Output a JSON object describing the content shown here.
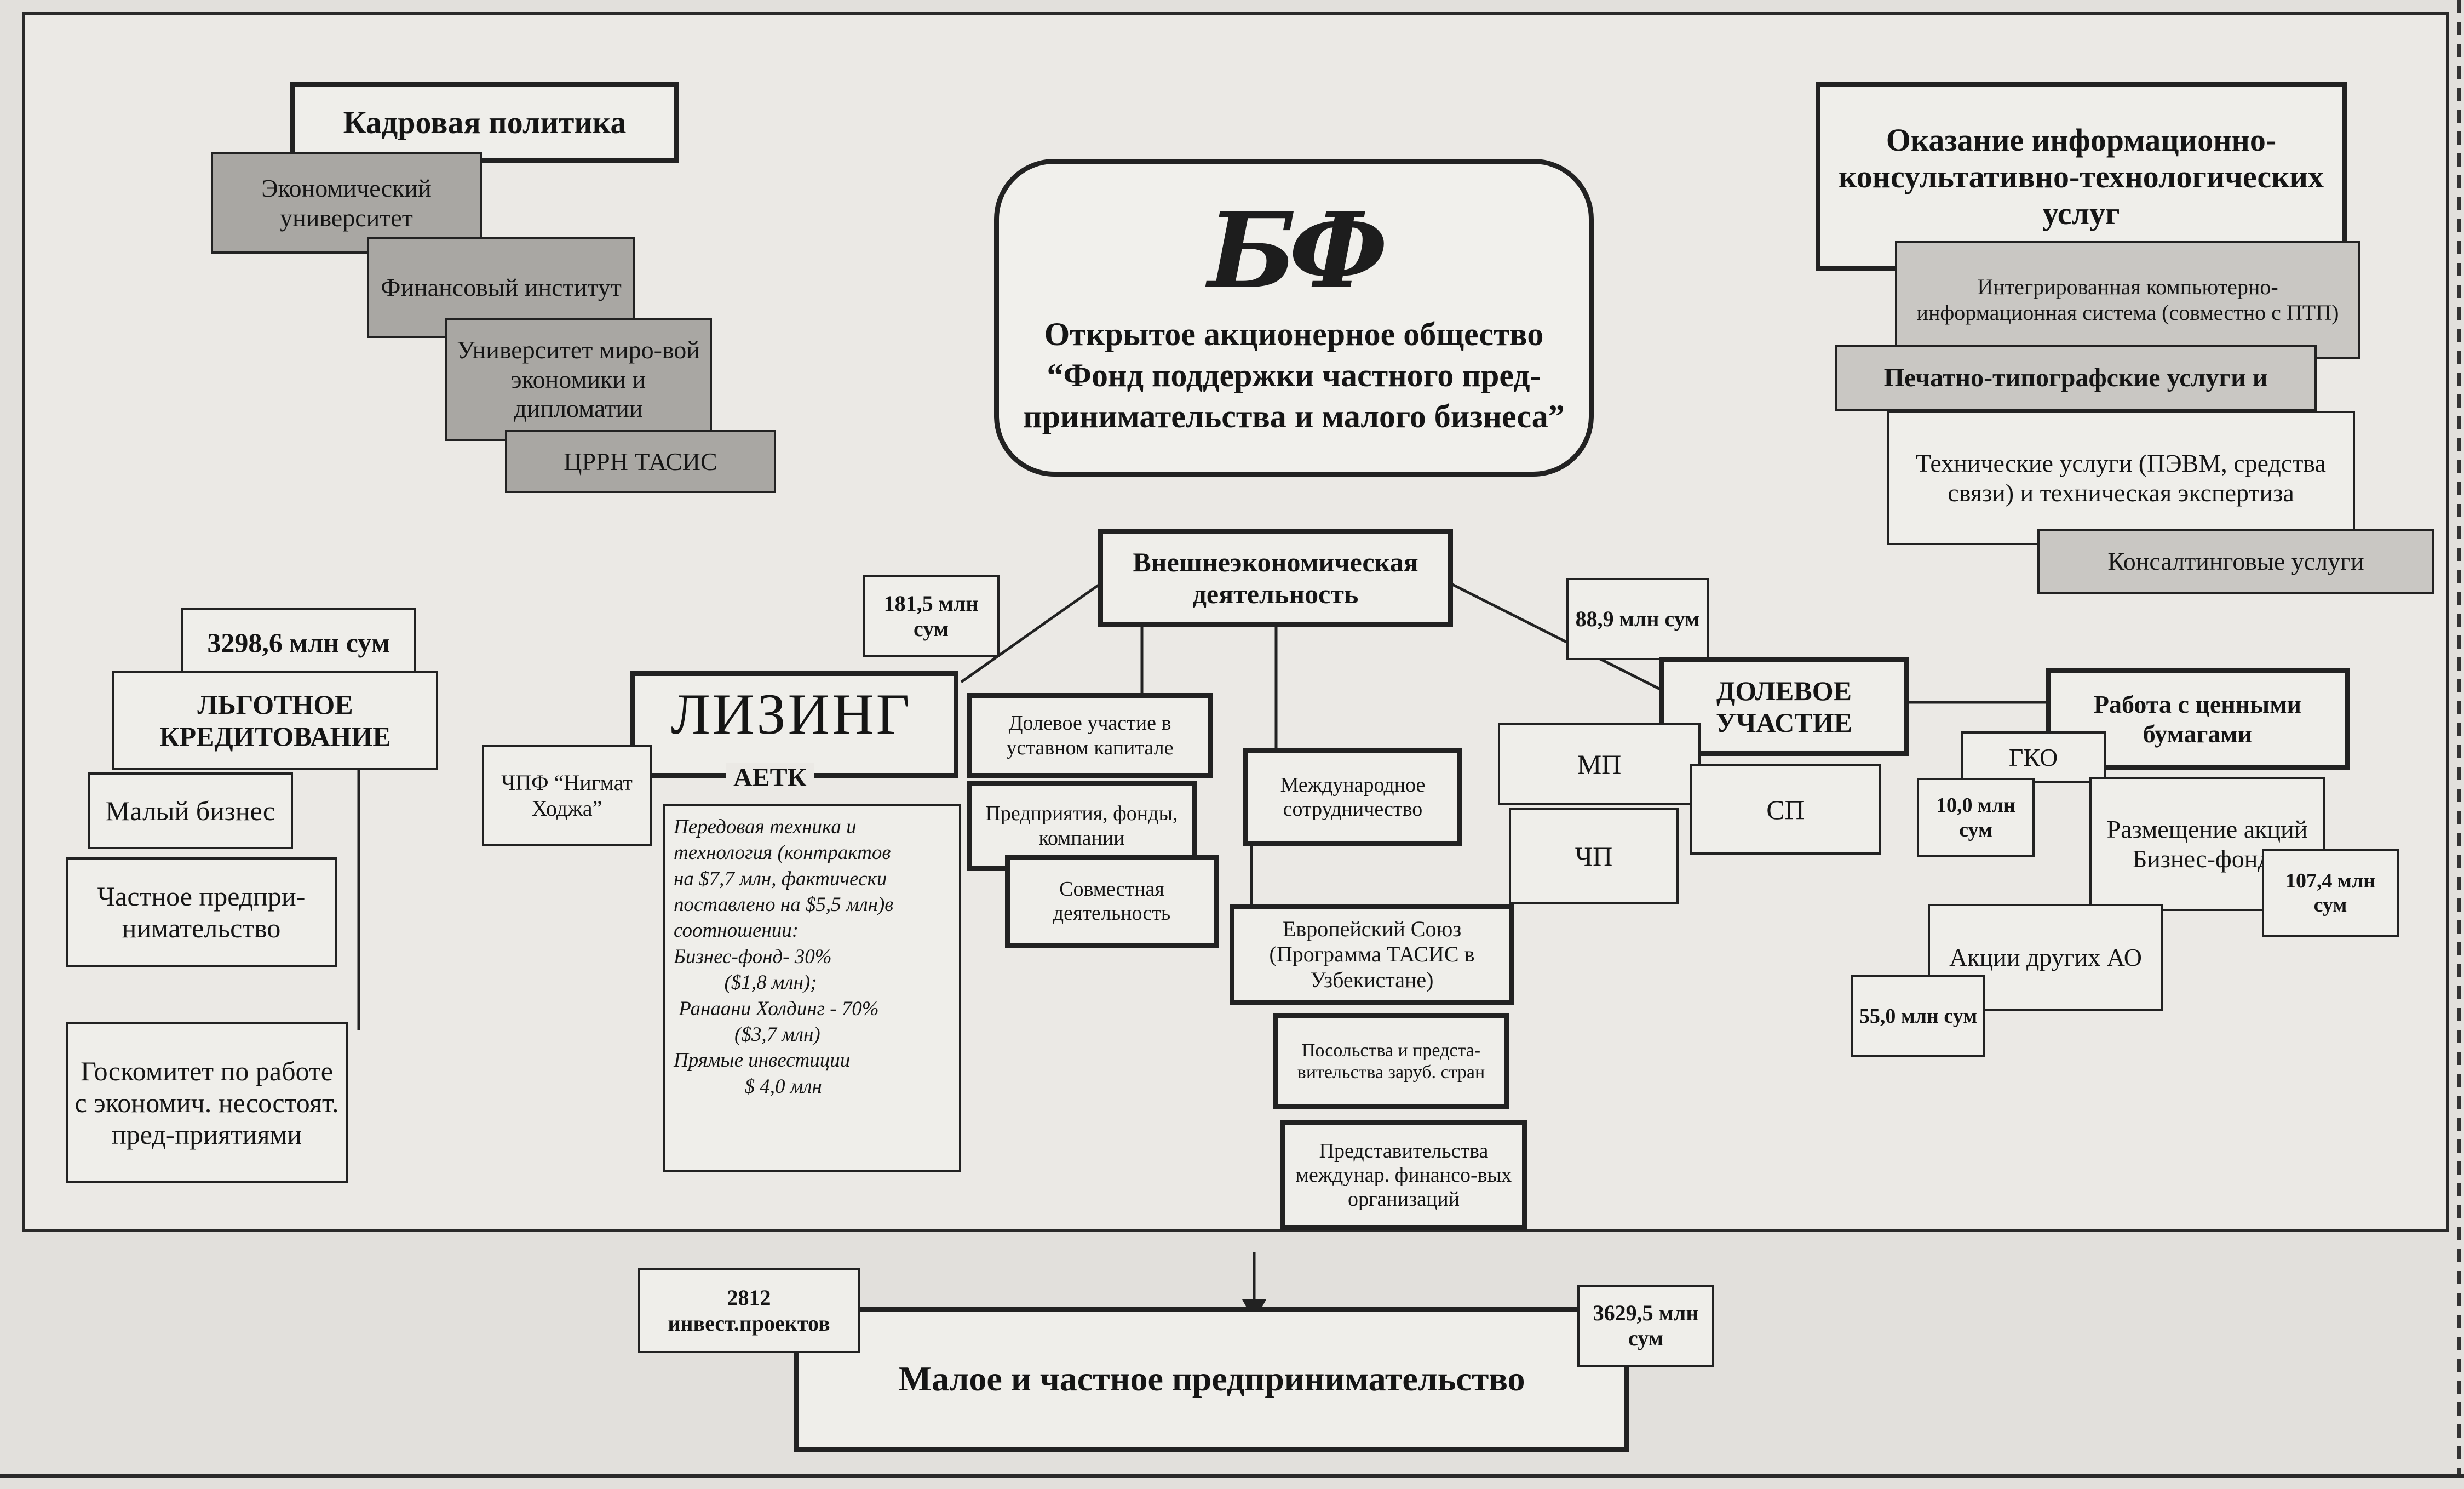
{
  "main": {
    "logo": "БФ",
    "title": "Открытое акционерное общество “Фонд поддержки частного пред-принимательства и малого бизнеса”"
  },
  "hr_policy": {
    "title": "Кадровая политика",
    "items": [
      "Экономический университет",
      "Финансовый институт",
      "Университет миро-вой экономики и дипломатии",
      "ЦРРН ТАСИС"
    ]
  },
  "consulting": {
    "title": "Оказание информационно-консультативно-технологических услуг",
    "items": [
      "Интегрированная компьютерно-информационная система (совместно с ПТП)",
      "Печатно-типографские услуги и",
      "Технические услуги (ПЭВМ, средства связи) и техническая экспертиза",
      "Консалтинговые услуги"
    ]
  },
  "foreign": {
    "title": "Внешнеэкономическая деятельность",
    "amount_left": "181,5 млн сум",
    "amount_right": "88,9 млн сум"
  },
  "credit": {
    "amount": "3298,6 млн сум",
    "title": "ЛЬГОТНОЕ КРЕДИТОВАНИЕ",
    "items": [
      "Малый бизнес",
      "Частное предпри-нимательство",
      "Госкомитет по работе с экономич. несостоят. пред-приятиями"
    ]
  },
  "leasing": {
    "title": "ЛИЗИНГ",
    "subtitle": "АЕТК",
    "side": "ЧПФ “Нигмат Ходжа”",
    "details": [
      "Передовая техника и",
      "технология (контрактов",
      "на $7,7 млн, фактически",
      "поставлено на $5,5 млн)в",
      "соотношении:",
      "Бизнес-фонд- 30%",
      "          ($1,8 млн);",
      " Ранаани Холдинг - 70%",
      "            ($3,7 млн)",
      "Прямые инвестиции",
      "              $ 4,0 млн"
    ]
  },
  "cooperation": {
    "equity": "Долевое участие в уставном капитале",
    "enterprises": "Предприятия, фонды, компании",
    "joint": "Совместная деятельность",
    "international": "Международное сотрудничество",
    "eu": "Европейский Союз (Программа ТАСИС в Узбекистане)",
    "embassies": "Посольства и предста-вительства заруб. стран",
    "intl_fin": "Представительства междунар. финансо-вых организаций"
  },
  "equity": {
    "title": "ДОЛЕВОЕ УЧАСТИЕ",
    "mp": "МП",
    "chp": "ЧП",
    "sp": "СП"
  },
  "securities": {
    "title": "Работа с ценными бумагами",
    "gko": "ГКО",
    "gko_amount": "10,0 млн сум",
    "placement": "Размещение акций Бизнес-фонда",
    "placement_amount": "107,4 млн сум",
    "other": "Акции других АО",
    "other_amount": "55,0 млн сум"
  },
  "result": {
    "title": "Малое и частное предпринимательство",
    "projects": "2812 инвест.проектов",
    "amount": "3629,5 млн сум"
  }
}
